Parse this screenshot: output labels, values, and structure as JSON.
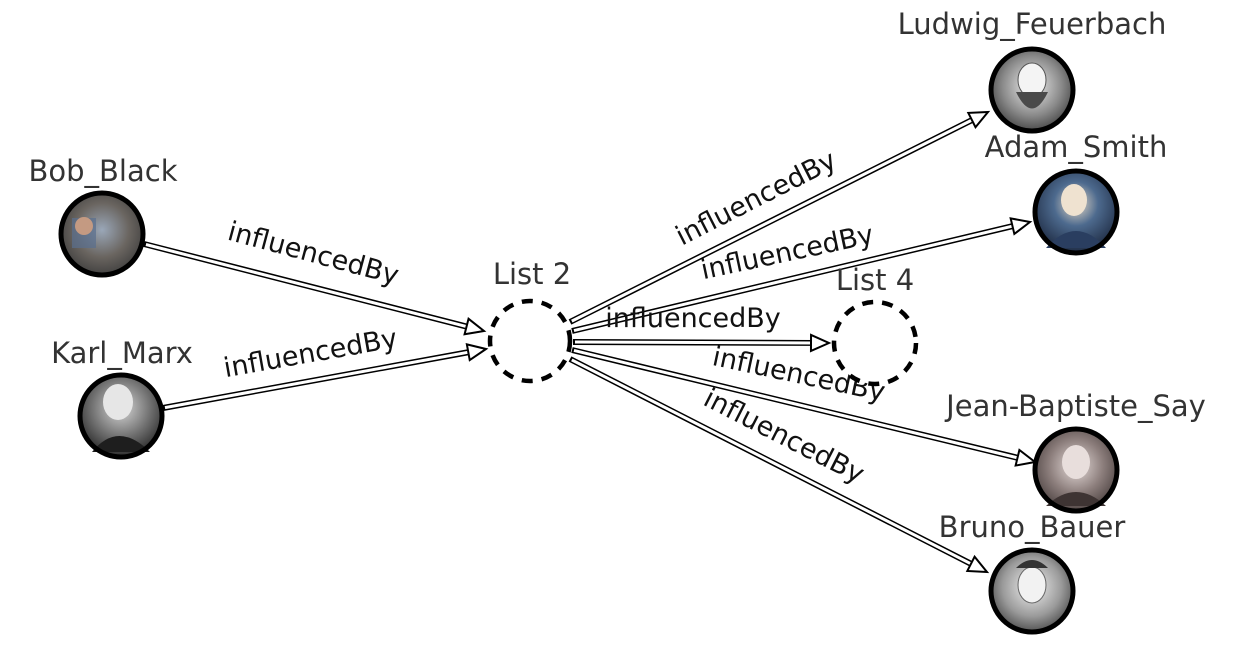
{
  "edge_label": "influencedBy",
  "lists": [
    {
      "id": "list2",
      "label": "List 2"
    },
    {
      "id": "list4",
      "label": "List 4"
    }
  ],
  "people": [
    {
      "id": "bob",
      "label": "Bob_Black",
      "icon": "bob-black-portrait-icon"
    },
    {
      "id": "marx",
      "label": "Karl_Marx",
      "icon": "karl-marx-portrait-icon"
    },
    {
      "id": "feuerbach",
      "label": "Ludwig_Feuerbach",
      "icon": "ludwig-feuerbach-portrait-icon"
    },
    {
      "id": "smith",
      "label": "Adam_Smith",
      "icon": "adam-smith-portrait-icon"
    },
    {
      "id": "say",
      "label": "Jean-Baptiste_Say",
      "icon": "jean-baptiste-say-portrait-icon"
    },
    {
      "id": "bauer",
      "label": "Bruno_Bauer",
      "icon": "bruno-bauer-portrait-icon"
    }
  ],
  "edges": [
    {
      "from": "bob",
      "to": "list2",
      "label": "influencedBy"
    },
    {
      "from": "marx",
      "to": "list2",
      "label": "influencedBy"
    },
    {
      "from": "list2",
      "to": "feuerbach",
      "label": "influencedBy"
    },
    {
      "from": "list2",
      "to": "smith",
      "label": "influencedBy"
    },
    {
      "from": "list2",
      "to": "list4",
      "label": "influencedBy"
    },
    {
      "from": "list2",
      "to": "say",
      "label": "influencedBy"
    },
    {
      "from": "list2",
      "to": "bauer",
      "label": "influencedBy"
    }
  ]
}
